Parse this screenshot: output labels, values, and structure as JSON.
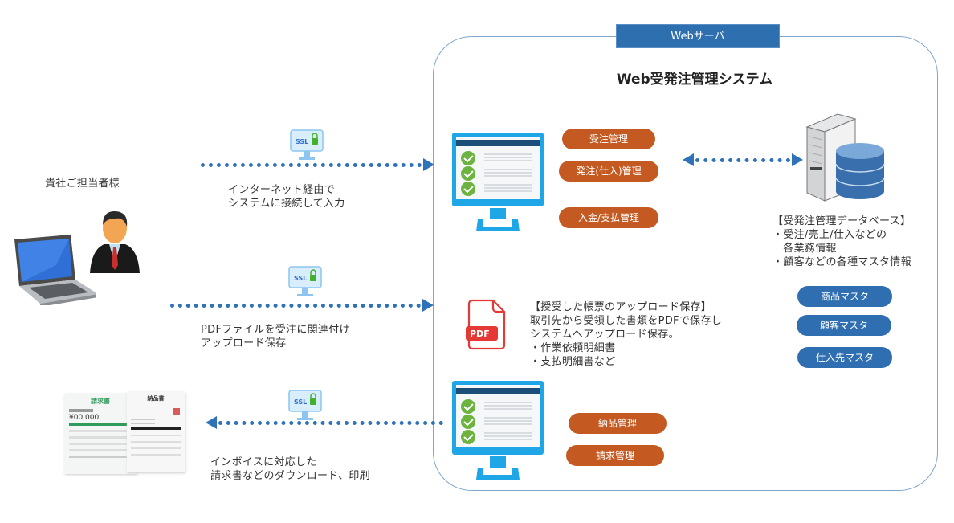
{
  "server": {
    "label": "Webサーバ",
    "title": "Web受発注管理システム"
  },
  "client": {
    "label": "貴社ご担当者様"
  },
  "flows": [
    {
      "caption_line1": "インターネット経由で",
      "caption_line2": "システムに接続して入力",
      "direction": "to-server",
      "ssl": "SSL"
    },
    {
      "caption_line1": "PDFファイルを受注に関連付け",
      "caption_line2": "アップロード保存",
      "direction": "to-server",
      "ssl": "SSL"
    },
    {
      "caption_line1": "インボイスに対応した",
      "caption_line2": "請求書などのダウンロード、印刷",
      "direction": "to-client",
      "ssl": "SSL"
    }
  ],
  "modules_top": [
    "受注管理",
    "発注(仕入)管理",
    "入金/支払管理"
  ],
  "modules_bottom": [
    "納品管理",
    "請求管理"
  ],
  "database": {
    "title": "【受発注管理データベース】",
    "line1": "・受注/売上/仕入などの",
    "line2": "　各業務情報",
    "line3": "・顧客などの各種マスタ情報"
  },
  "masters": [
    "商品マスタ",
    "顧客マスタ",
    "仕入先マスタ"
  ],
  "upload": {
    "title": "【授受した帳票のアップロード保存】",
    "line1": "取引先から受領した書類をPDFで保存し",
    "line2": "システムへアップロード保存。",
    "line3": "・作業依頼明細書",
    "line4": "・支払明細書など",
    "pdf_badge": "PDF"
  },
  "documents": {
    "invoice_title": "請求書",
    "invoice_amount": "¥00,000",
    "delivery_title": "納品書"
  },
  "colors": {
    "accent_blue": "#2f72b8",
    "module_orange": "#c45a22",
    "master_blue": "#2f6fb1",
    "frame_border": "#7fa6cc"
  }
}
